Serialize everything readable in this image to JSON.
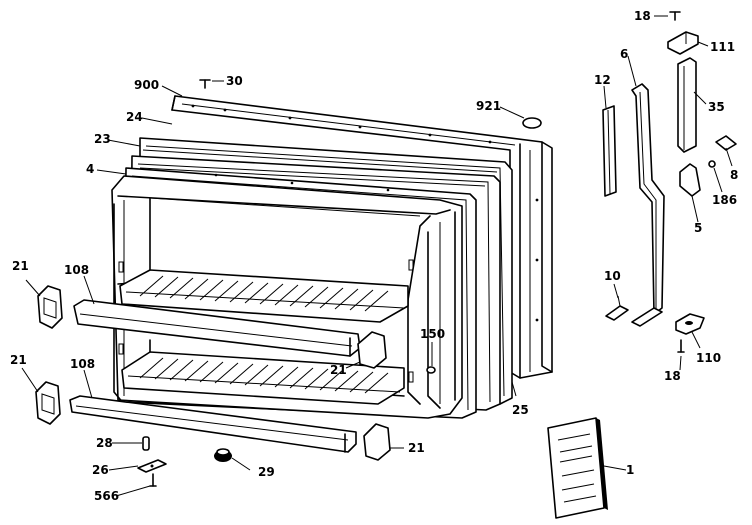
{
  "labels": [
    {
      "id": "c18a",
      "text": "18"
    },
    {
      "id": "c111",
      "text": "111"
    },
    {
      "id": "c900",
      "text": "900"
    },
    {
      "id": "c30",
      "text": "30"
    },
    {
      "id": "c6",
      "text": "6"
    },
    {
      "id": "c12",
      "text": "12"
    },
    {
      "id": "c35",
      "text": "35"
    },
    {
      "id": "c921",
      "text": "921"
    },
    {
      "id": "c24",
      "text": "24"
    },
    {
      "id": "c23",
      "text": "23"
    },
    {
      "id": "c8",
      "text": "8"
    },
    {
      "id": "c4",
      "text": "4"
    },
    {
      "id": "c186",
      "text": "186"
    },
    {
      "id": "c5",
      "text": "5"
    },
    {
      "id": "c21a",
      "text": "21"
    },
    {
      "id": "c108a",
      "text": "108"
    },
    {
      "id": "c10",
      "text": "10"
    },
    {
      "id": "c150",
      "text": "150"
    },
    {
      "id": "c110",
      "text": "110"
    },
    {
      "id": "c21b",
      "text": "21"
    },
    {
      "id": "c21c",
      "text": "21"
    },
    {
      "id": "c108b",
      "text": "108"
    },
    {
      "id": "c18b",
      "text": "18"
    },
    {
      "id": "c25",
      "text": "25"
    },
    {
      "id": "c28",
      "text": "28"
    },
    {
      "id": "c21d",
      "text": "21"
    },
    {
      "id": "c1",
      "text": "1"
    },
    {
      "id": "c26",
      "text": "26"
    },
    {
      "id": "c29",
      "text": "29"
    },
    {
      "id": "c566",
      "text": "566"
    }
  ]
}
